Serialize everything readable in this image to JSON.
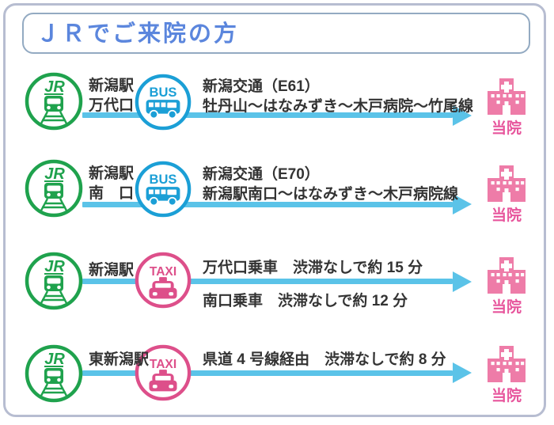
{
  "title": "ＪＲでご来院の方",
  "badges": {
    "jr": "JR",
    "bus": "BUS",
    "taxi": "TAXI"
  },
  "colors": {
    "title-blue": "#5b86dd",
    "jr-green": "#1fa24d",
    "bus-blue": "#1b9fd6",
    "taxi-pink": "#dd4f8a",
    "hospital-pink": "#ee7ca8",
    "label-pink": "#e7559c",
    "arrow-blue": "#5bc3e8",
    "text-dark": "#333333",
    "frame-gray": "#b7bdd1",
    "titlebox-border": "#93aac2"
  },
  "rows": [
    {
      "station_lines": [
        "新潟駅",
        "万代口"
      ],
      "transport": "bus",
      "desc_lines": [
        "新潟交通（E61）",
        "牡丹山〜はなみずき〜木戸病院〜竹尾線"
      ],
      "destination_label": "当院"
    },
    {
      "station_lines": [
        "新潟駅",
        "南　口"
      ],
      "transport": "bus",
      "desc_lines": [
        "新潟交通（E70）",
        "新潟駅南口〜はなみずき〜木戸病院線"
      ],
      "destination_label": "当院"
    },
    {
      "station_lines": [
        "新潟駅"
      ],
      "transport": "taxi",
      "desc_lines": [
        "万代口乗車　渋滞なしで約 15 分",
        "南口乗車　渋滞なしで約 12 分"
      ],
      "destination_label": "当院"
    },
    {
      "station_lines": [
        "東新潟駅"
      ],
      "transport": "taxi",
      "desc_lines": [
        "県道 4 号線経由　渋滞なしで約 8 分"
      ],
      "destination_label": "当院"
    }
  ]
}
